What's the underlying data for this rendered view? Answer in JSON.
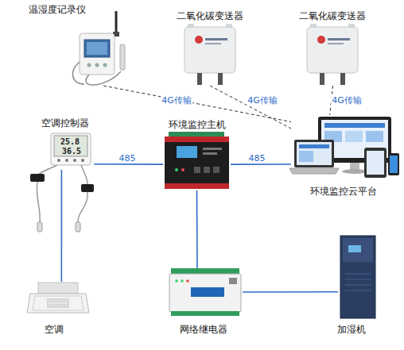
{
  "diagram": {
    "nodes": [
      {
        "text": [
          "温湿度记录仪"
        ]
      },
      {
        "text": [
          "二氧化碳变送器"
        ]
      },
      {
        "text": [
          "二氧化碳变送器"
        ]
      },
      {
        "text": [
          "空调控制器"
        ]
      },
      {
        "text": [
          "环境监控主机"
        ]
      },
      {
        "text": [
          "环境监控云平台"
        ]
      },
      {
        "text": [
          "空调"
        ]
      },
      {
        "text": [
          "网络继电器"
        ]
      },
      {
        "text": [
          "加湿机"
        ]
      }
    ],
    "edges": [
      {
        "from": 0,
        "to": 5,
        "label": "4G传输",
        "arrow": "none"
      },
      {
        "from": 1,
        "to": 5,
        "label": "4G传输",
        "arrow": "none"
      },
      {
        "from": 2,
        "to": 5,
        "label": "4G传输",
        "arrow": "none"
      },
      {
        "from": 3,
        "to": 4,
        "label": "485",
        "arrow": "none"
      },
      {
        "from": 4,
        "to": 5,
        "label": "485",
        "arrow": "none"
      },
      {
        "from": 3,
        "to": 6,
        "arrow": "none"
      },
      {
        "from": 4,
        "to": 7,
        "arrow": "none"
      },
      {
        "from": 7,
        "to": 8,
        "arrow": "none"
      }
    ],
    "labels": [
      "25.8",
      "36.5"
    ]
  }
}
